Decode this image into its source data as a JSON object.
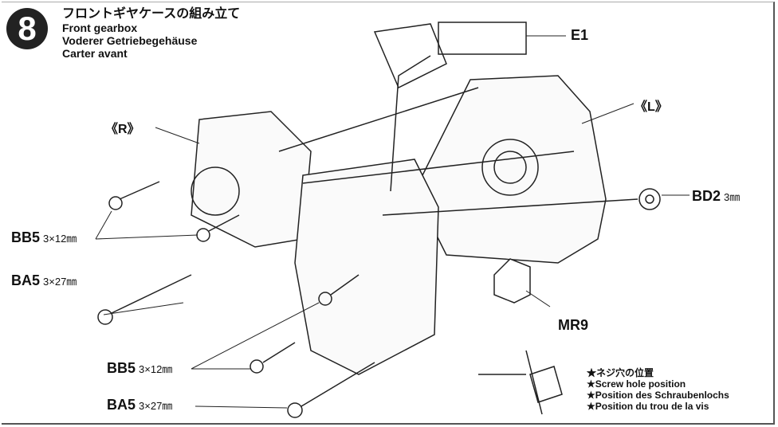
{
  "step": {
    "number": "8"
  },
  "title": {
    "jp": "フロントギヤケースの組み立て",
    "en": "Front gearbox",
    "de": "Voderer Getriebegehäuse",
    "fr": "Carter avant"
  },
  "parts": {
    "e1": "E1",
    "r": "《R》",
    "l": "《L》",
    "bd2": {
      "code": "BD2",
      "size": "3㎜"
    },
    "bb5_top": {
      "code": "BB5",
      "size": "3×12㎜"
    },
    "ba5_top": {
      "code": "BA5",
      "size": "3×27㎜"
    },
    "mr9": "MR9",
    "bb5_bottom": {
      "code": "BB5",
      "size": "3×12㎜"
    },
    "ba5_bottom": {
      "code": "BA5",
      "size": "3×27㎜"
    }
  },
  "note": {
    "jp": "★ネジ穴の位置",
    "en": "★Screw hole position",
    "de": "★Position des Schraubenlochs",
    "fr": "★Position du trou de la vis"
  }
}
